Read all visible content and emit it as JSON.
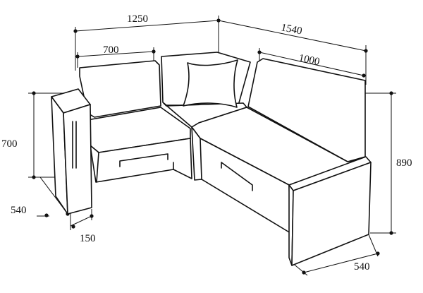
{
  "diagram": {
    "dimensions": {
      "total_width_left": "1250",
      "seat_width_left": "700",
      "total_width_right": "1540",
      "seat_width_right": "1000",
      "seat_height": "700",
      "total_height": "890",
      "depth_left": "540",
      "armrest_width": "150",
      "depth_right": "540"
    }
  }
}
